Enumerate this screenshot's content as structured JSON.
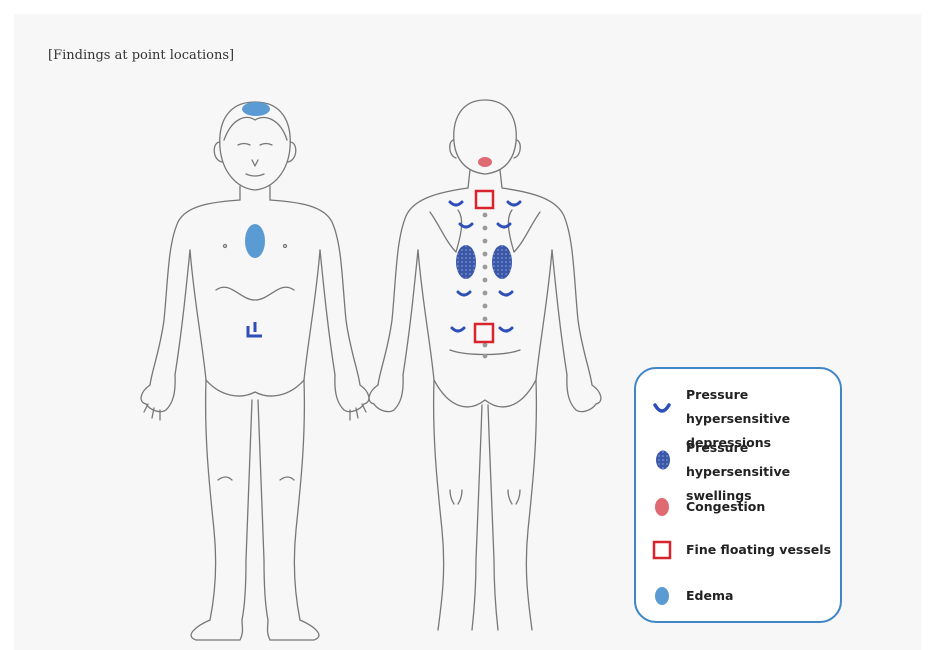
{
  "heading": "[Findings at point locations]",
  "colors": {
    "depression": "#2f4fb8",
    "swelling": "#3b57a8",
    "congestion": "#e06a72",
    "vessels": "#d9232d",
    "edema": "#5a9bd4",
    "legend_border": "#3f86c6"
  },
  "legend": {
    "items": [
      {
        "icon": "depression-icon",
        "label": "Pressure hypersensitive depressions"
      },
      {
        "icon": "swelling-icon",
        "label": "Pressure hypersensitive swellings"
      },
      {
        "icon": "congestion-icon",
        "label": "Congestion"
      },
      {
        "icon": "vessels-icon",
        "label": "Fine floating vessels"
      },
      {
        "icon": "edema-icon",
        "label": "Edema"
      }
    ]
  }
}
